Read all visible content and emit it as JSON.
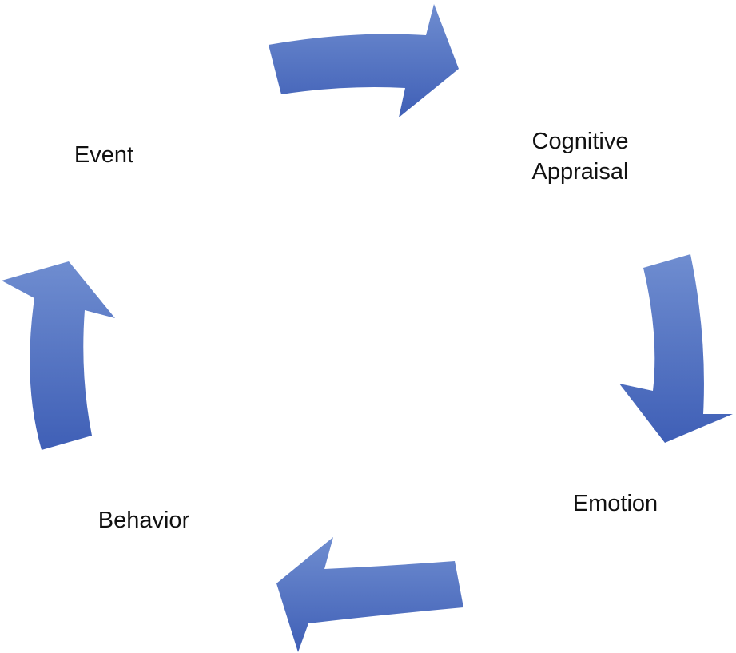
{
  "diagram": {
    "nodes": {
      "event": "Event",
      "appraisal_line1": "Cognitive",
      "appraisal_line2": "Appraisal",
      "emotion": "Emotion",
      "behavior": "Behavior"
    },
    "colors": {
      "arrow_light": "#6f8dd0",
      "arrow_dark": "#3f5fb6"
    }
  }
}
